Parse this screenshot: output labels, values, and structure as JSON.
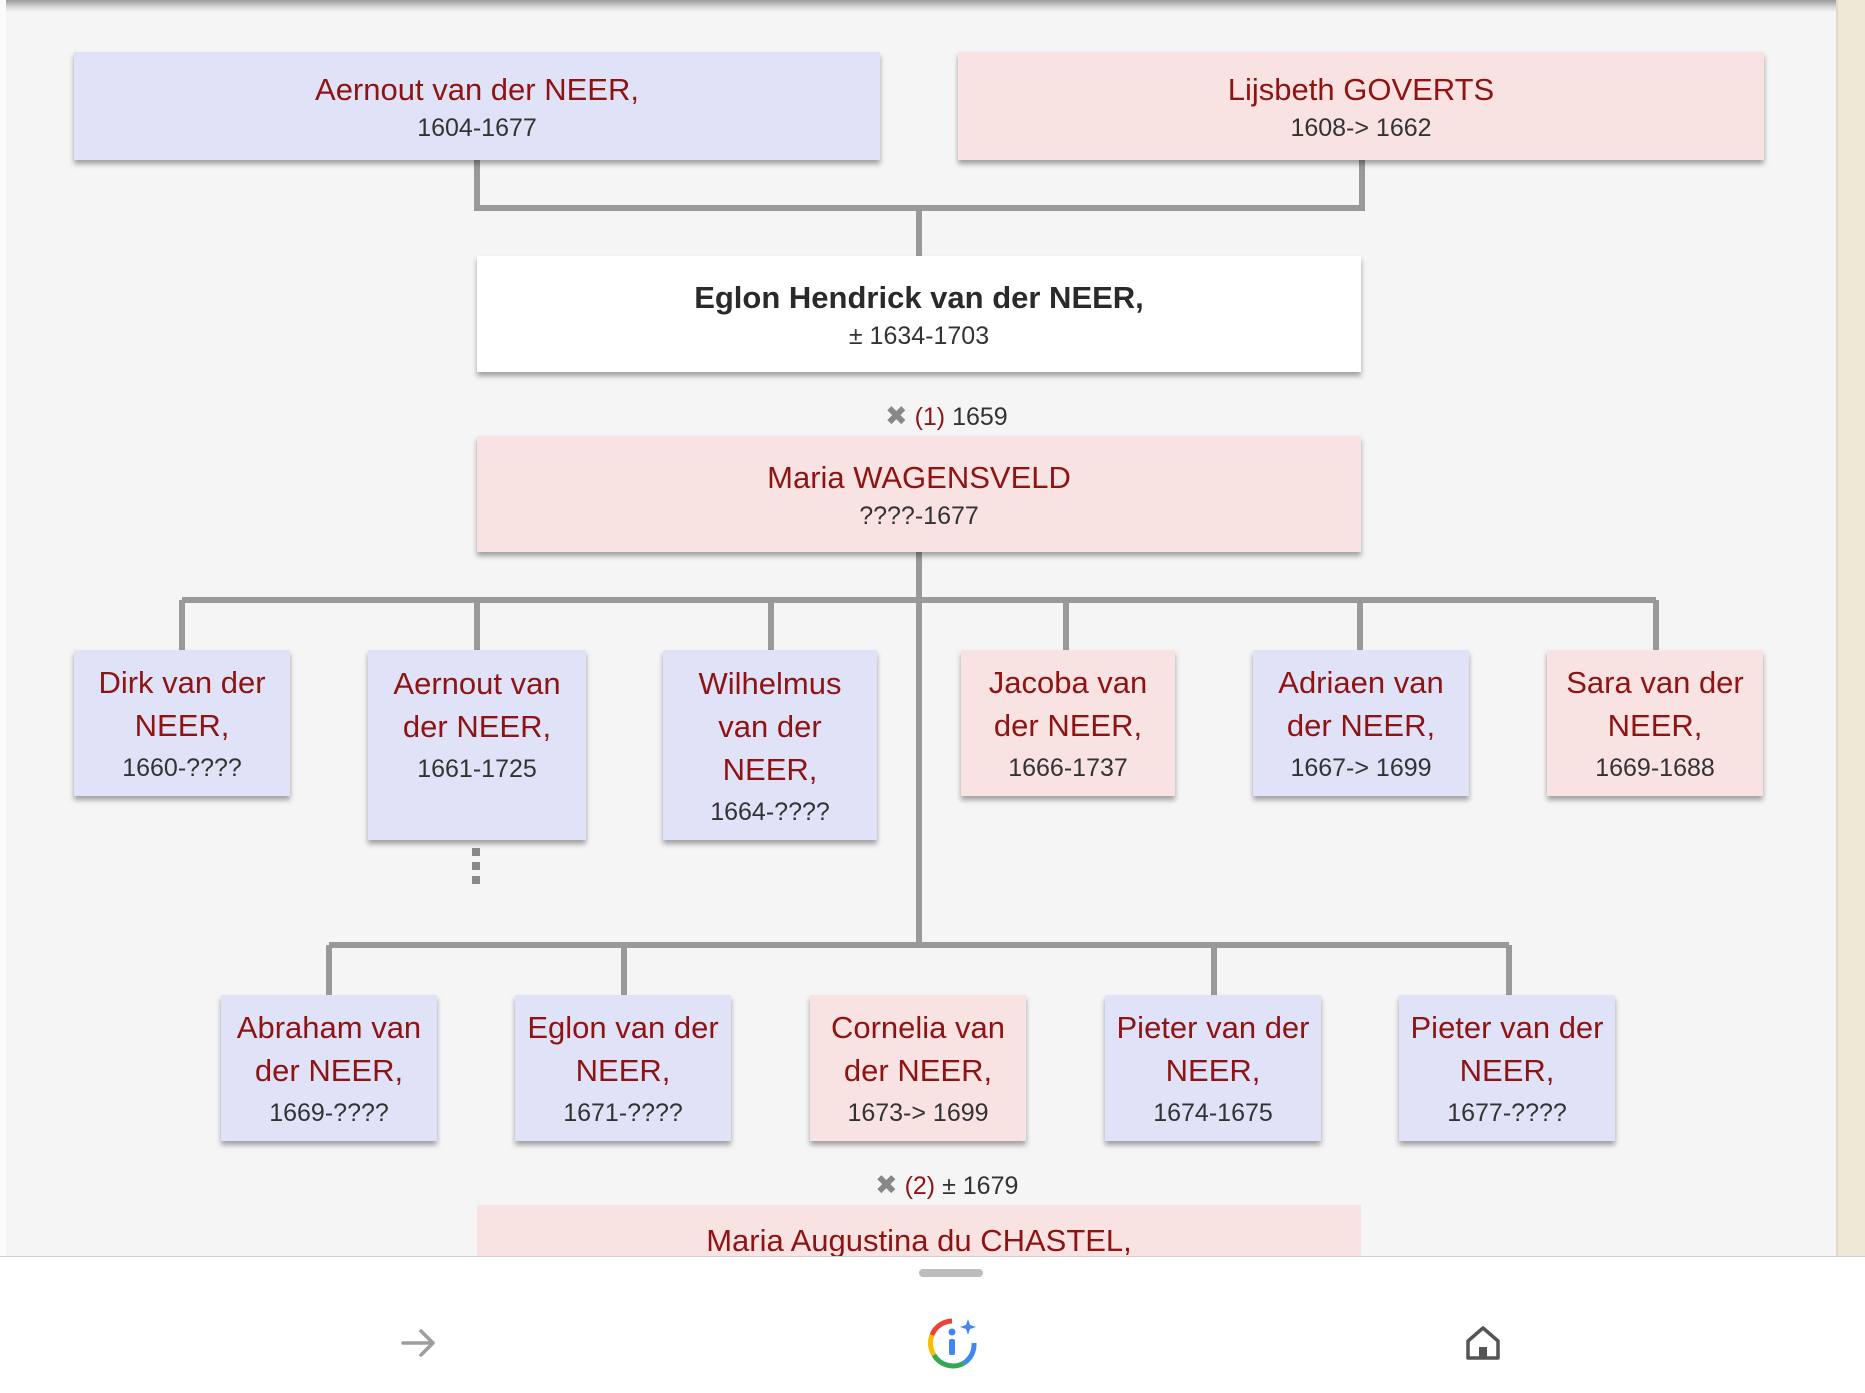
{
  "parents": {
    "father": {
      "name": "Aernout van der NEER,",
      "dates": "1604-1677"
    },
    "mother": {
      "name": "Lijsbeth GOVERTS",
      "dates": "1608-> 1662"
    }
  },
  "main_person": {
    "name": "Eglon Hendrick van der NEER,",
    "dates": "± 1634-1703"
  },
  "marriage1": {
    "symbol": "✖",
    "number": "(1)",
    "date": "1659"
  },
  "spouse1": {
    "name": "Maria WAGENSVELD",
    "dates": "????-1677"
  },
  "children_row1": [
    {
      "name": "Dirk van der NEER,",
      "dates": "1660-????",
      "sex": "male"
    },
    {
      "name": "Aernout van der NEER,",
      "dates": "1661-1725",
      "sex": "male"
    },
    {
      "name": "Wilhelmus van der NEER,",
      "dates": "1664-????",
      "sex": "male"
    },
    {
      "name": "Jacoba van der NEER,",
      "dates": "1666-1737",
      "sex": "female"
    },
    {
      "name": "Adriaen van der NEER,",
      "dates": "1667-> 1699",
      "sex": "male"
    },
    {
      "name": "Sara van der NEER,",
      "dates": "1669-1688",
      "sex": "female"
    }
  ],
  "children_row2": [
    {
      "name": "Abraham van der NEER,",
      "dates": "1669-????",
      "sex": "male"
    },
    {
      "name": "Eglon van der NEER,",
      "dates": "1671-????",
      "sex": "male"
    },
    {
      "name": "Cornelia van der NEER,",
      "dates": "1673-> 1699",
      "sex": "female"
    },
    {
      "name": "Pieter van der NEER,",
      "dates": "1674-1675",
      "sex": "male"
    },
    {
      "name": "Pieter van der NEER,",
      "dates": "1677-????",
      "sex": "male"
    }
  ],
  "marriage2": {
    "symbol": "✖",
    "number": "(2)",
    "date": "± 1679"
  },
  "spouse2": {
    "name": "Maria Augustina du CHASTEL,"
  },
  "bottom_nav": {
    "forward_icon": "arrow-right-icon",
    "lens_icon": "google-info-icon",
    "home_icon": "home-icon"
  },
  "colors": {
    "male_bg": "#e0e2f8",
    "female_bg": "#f8e2e2",
    "name_text": "#8e1414",
    "connector": "#999999"
  }
}
